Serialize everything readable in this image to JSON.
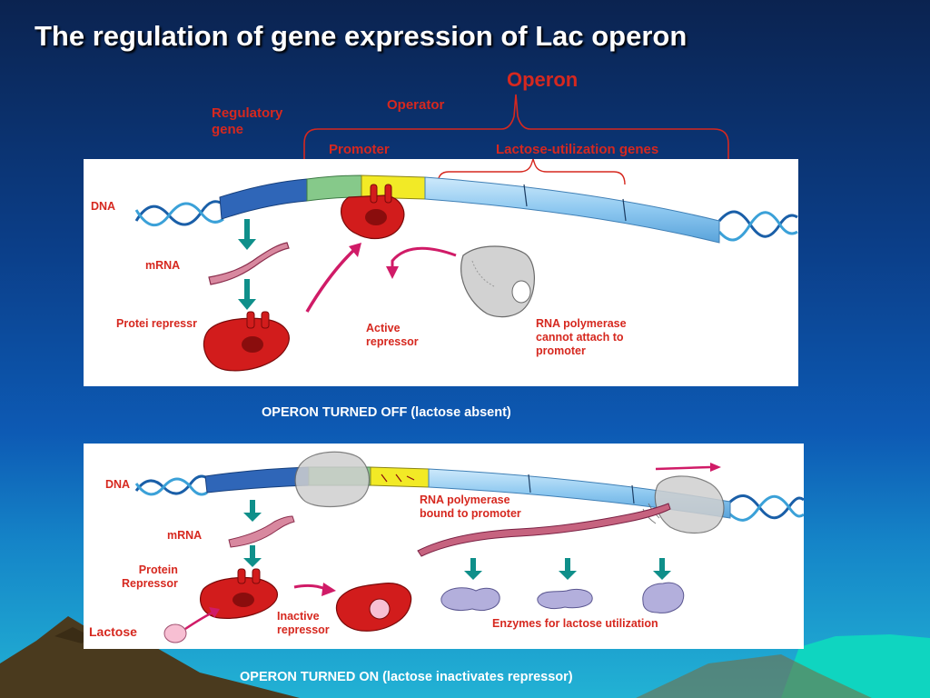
{
  "slide": {
    "title": "The regulation of gene expression of Lac operon"
  },
  "header_labels": {
    "operon": "Operon",
    "operator": "Operator",
    "regulatory_gene": "Regulatory\ngene",
    "promoter": "Promoter",
    "lactose_utilization_genes": "Lactose-utilization genes"
  },
  "panel_off": {
    "dna": "DNA",
    "mrna": "mRNA",
    "protein_repressor": "Protei repressr",
    "active_repressor": "Active\nrepressor",
    "rna_polymerase_note": "RNA polymerase\ncannot attach to\npromoter",
    "caption": "OPERON TURNED OFF (lactose absent)"
  },
  "panel_on": {
    "dna": "DNA",
    "mrna": "mRNA",
    "protein_repressor": "Protein\nRepressor",
    "lactose": "Lactose",
    "inactive_repressor": "Inactive\nrepressor",
    "rna_polymerase_bound": "RNA polymerase\nbound to promoter",
    "enzymes": "Enzymes for lactose utilization",
    "caption": "OPERON TURNED ON (lactose inactivates repressor)"
  },
  "colors": {
    "label_red": "#d6281f",
    "regulatory_gene_segment": "#2f66b8",
    "promoter_segment": "#86c98a",
    "operator_segment": "#f2ea26",
    "structural_genes_segment": "#8dc8f0",
    "repressor": "#d21c1c",
    "arrow_teal": "#0f8f8a",
    "arrow_magenta": "#d01b67",
    "enzyme": "#b3afdc",
    "lactose": "#f7bfd3"
  }
}
